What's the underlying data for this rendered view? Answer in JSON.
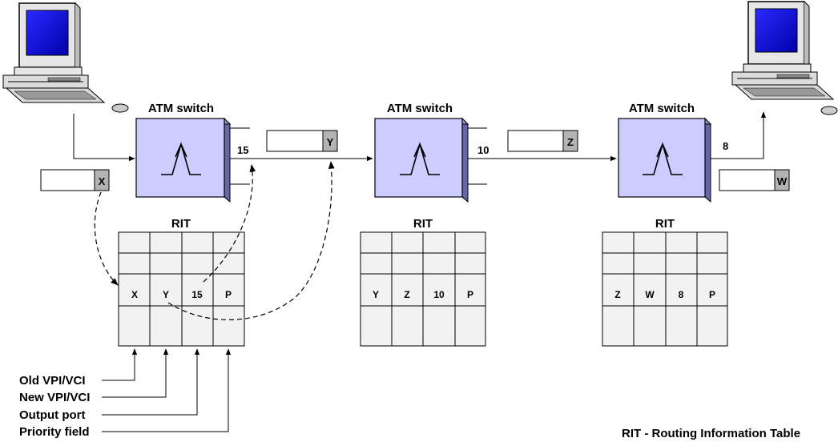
{
  "switch_label": "ATM switch",
  "table_label": "RIT",
  "legend": "RIT - Routing Information Table",
  "switches": [
    {
      "out_port": "15",
      "in_cell": "X",
      "out_cell": "Y",
      "rit_row": [
        "X",
        "Y",
        "15",
        "P"
      ]
    },
    {
      "out_port": "10",
      "out_cell": "Z",
      "rit_row": [
        "Y",
        "Z",
        "10",
        "P"
      ]
    },
    {
      "out_port": "8",
      "out_cell": "W",
      "rit_row": [
        "Z",
        "W",
        "8",
        "P"
      ]
    }
  ],
  "field_labels": [
    "Old VPI/VCI",
    "New VPI/VCI",
    "Output port",
    "Priority field"
  ],
  "colors": {
    "switch_fill": "#ccccff",
    "switch_side": "#6666aa",
    "cell_tag": "#b3b3b3",
    "table_cell": "#f2f2f2"
  },
  "icons": [
    "computer-icon-source",
    "computer-icon-destination"
  ]
}
